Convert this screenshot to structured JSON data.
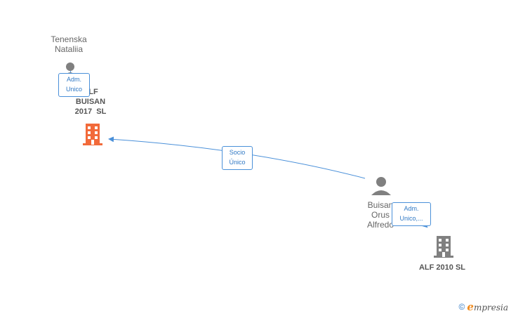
{
  "nodes": {
    "person_tenenska": {
      "name_line1": "Tenenska",
      "name_line2": "Nataliia"
    },
    "company_buisan_2017": {
      "name_line1": "ALF",
      "name_line2": "BUISAN",
      "name_line3": "2017  SL"
    },
    "person_buisan_orus": {
      "name_line1": "Buisan",
      "name_line2": "Orus",
      "name_line3": "Alfredo"
    },
    "company_alf_2010": {
      "name": "ALF 2010 SL"
    }
  },
  "edges": {
    "tenenska_to_2017": {
      "line1": "Adm.",
      "line2": "Unico"
    },
    "orus_to_2017": {
      "line1": "Socio",
      "line2": "Único"
    },
    "orus_to_2010": {
      "line1": "Adm.",
      "line2": "Unico,..."
    }
  },
  "colors": {
    "edge": "#4a90d9",
    "company_highlight": "#f26a3a",
    "company_default": "#808080",
    "person": "#808080"
  },
  "footer": {
    "copyright_symbol": "©",
    "brand_initial": "e",
    "brand_rest": "mpresia"
  }
}
